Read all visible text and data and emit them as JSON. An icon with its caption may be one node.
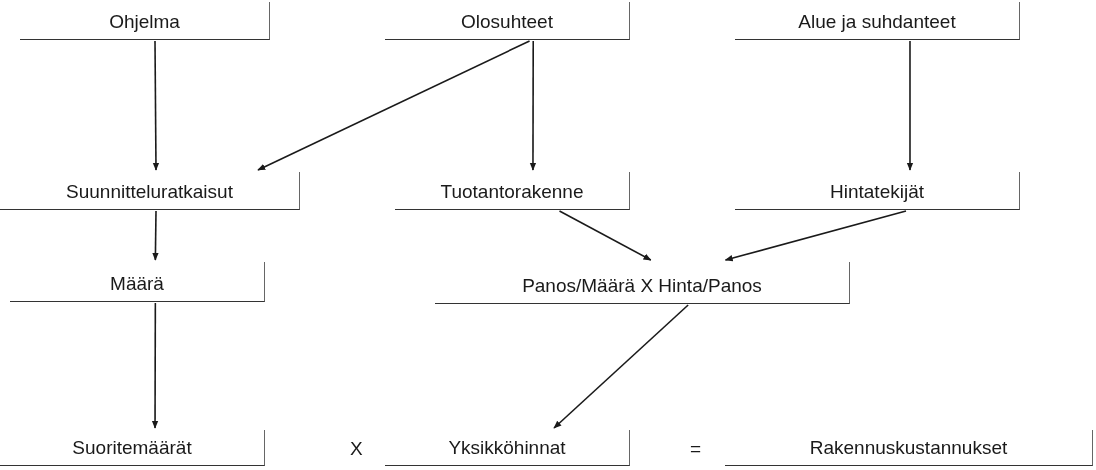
{
  "diagram": {
    "nodes": [
      {
        "text": [
          "Ohjelma"
        ]
      },
      {
        "text": [
          "Olosuhteet"
        ]
      },
      {
        "text": [
          "Alue ja suhdanteet"
        ]
      },
      {
        "text": [
          "Suunnitteluratkaisut"
        ]
      },
      {
        "text": [
          "Tuotantorakenne"
        ]
      },
      {
        "text": [
          "Hintatekijät"
        ]
      },
      {
        "text": [
          "Määrä"
        ]
      },
      {
        "text": [
          "Panos/Määrä X Hinta/Panos"
        ]
      },
      {
        "text": [
          "Suoritemäärät"
        ]
      },
      {
        "text": [
          "Yksikköhinnat"
        ]
      },
      {
        "text": [
          "Rakennuskustannukset"
        ]
      }
    ],
    "edges": [
      {
        "from": 0,
        "to": 3,
        "arrow": "to"
      },
      {
        "from": 1,
        "to": 3,
        "arrow": "to"
      },
      {
        "from": 1,
        "to": 4,
        "arrow": "to"
      },
      {
        "from": 2,
        "to": 5,
        "arrow": "to"
      },
      {
        "from": 3,
        "to": 6,
        "arrow": "to"
      },
      {
        "from": 4,
        "to": 7,
        "arrow": "to"
      },
      {
        "from": 5,
        "to": 7,
        "arrow": "to"
      },
      {
        "from": 6,
        "to": 8,
        "arrow": "to"
      },
      {
        "from": 7,
        "to": 9,
        "arrow": "to"
      }
    ],
    "labels": [
      "X",
      "="
    ]
  }
}
